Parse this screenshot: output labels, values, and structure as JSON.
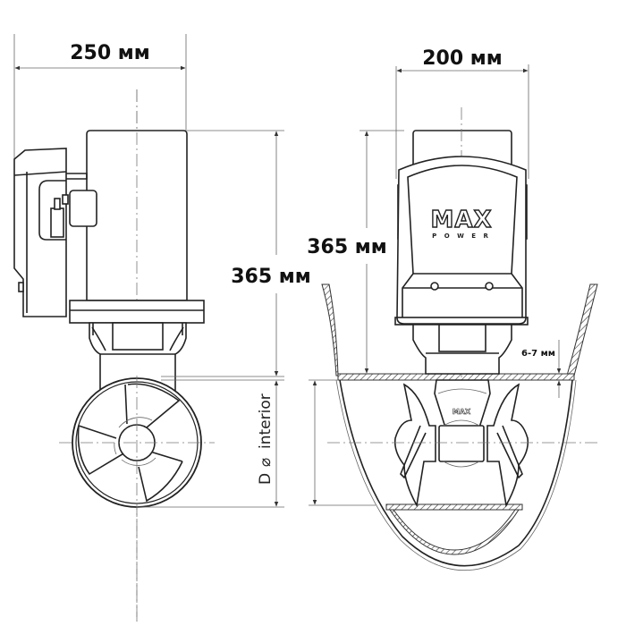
{
  "diagram": {
    "type": "technical-dimension-drawing",
    "subject": "bow thruster",
    "views": [
      {
        "name": "side-view",
        "dimensions": {
          "width": "250 мм",
          "height": "365 мм",
          "tunnel": "D ⌀ interior"
        }
      },
      {
        "name": "front-view",
        "dimensions": {
          "width": "200 мм",
          "height": "365 мм",
          "wall": "6-7 мм"
        },
        "branding": {
          "logo": "MAX",
          "sub": "P O W E R"
        }
      }
    ]
  },
  "labels": {
    "side_width": "250 мм",
    "side_height": "365 мм",
    "tunnel_diameter_d": "D",
    "tunnel_diameter_symbol": "⌀",
    "tunnel_diameter_word": "interior",
    "front_width": "200 мм",
    "front_height": "365 мм",
    "wall_thickness": "6-7 мм",
    "logo_main": "MAX",
    "logo_sub": "P O W E R",
    "logo_small": "MAX"
  }
}
